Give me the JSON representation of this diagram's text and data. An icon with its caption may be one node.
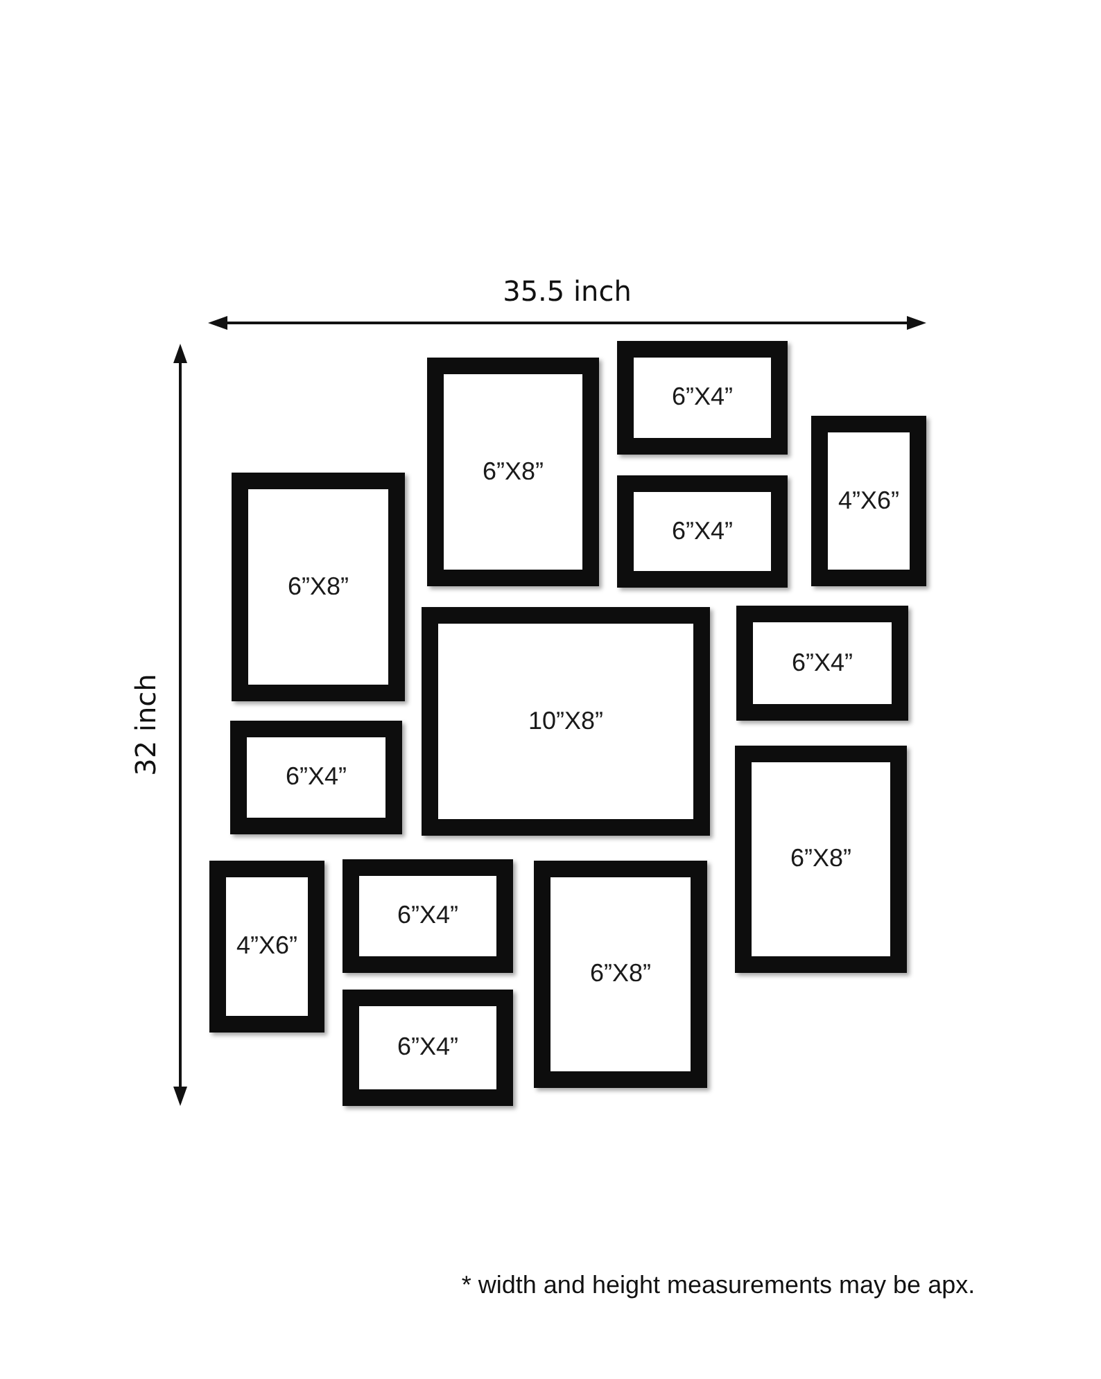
{
  "diagram": {
    "nodes": [
      {
        "text": [
          "6”X4”"
        ]
      },
      {
        "text": [
          "6”X8”"
        ]
      },
      {
        "text": [
          "4”X6”"
        ]
      },
      {
        "text": [
          "6”X8”"
        ]
      },
      {
        "text": [
          "6”X4”"
        ]
      },
      {
        "text": [
          "6”X4”"
        ]
      },
      {
        "text": [
          "10”X8”"
        ]
      },
      {
        "text": [
          "6”X4”"
        ]
      },
      {
        "text": [
          "6”X8”"
        ]
      },
      {
        "text": [
          "4”X6”"
        ]
      },
      {
        "text": [
          "6”X4”"
        ]
      },
      {
        "text": [
          "6”X8”"
        ]
      },
      {
        "text": [
          "6”X4”"
        ]
      }
    ],
    "edges": [],
    "labels": [
      "35.5 inch",
      "32 inch",
      "* width and height measurements may be apx."
    ]
  }
}
